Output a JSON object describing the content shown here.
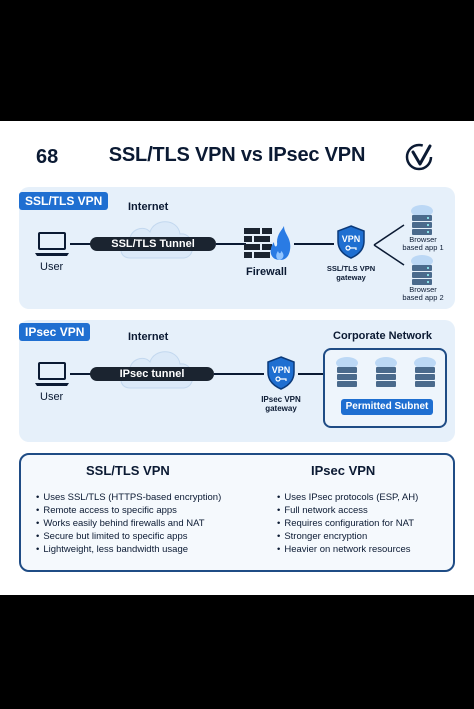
{
  "title": "SSL/TLS VPN vs IPsec VPN",
  "logo_left_text": "68",
  "ssl_panel": {
    "tag": "SSL/TLS VPN",
    "internet_label": "Internet",
    "user_label": "User",
    "tunnel_label": "SSL/TLS Tunnel",
    "firewall_label": "Firewall",
    "shield_text": "VPN",
    "gateway_label_line1": "SSL/TLS VPN",
    "gateway_label_line2": "gateway",
    "app1_line1": "Browser",
    "app1_line2": "based app 1",
    "app2_line1": "Browser",
    "app2_line2": "based app 2"
  },
  "ipsec_panel": {
    "tag": "IPsec VPN",
    "internet_label": "Internet",
    "user_label": "User",
    "tunnel_label": "IPsec tunnel",
    "shield_text": "VPN",
    "gateway_label_line1": "IPsec VPN",
    "gateway_label_line2": "gateway",
    "corporate_label": "Corporate Network",
    "subnet_label": "Permitted Subnet"
  },
  "comparison": {
    "ssl_title": "SSL/TLS VPN",
    "ssl_items": [
      "Uses SSL/TLS (HTTPS-based encryption)",
      "Remote access to specific apps",
      "Works easily behind firewalls and NAT",
      "Secure but limited to specific apps",
      "Lightweight, less bandwidth usage"
    ],
    "ipsec_title": "IPsec VPN",
    "ipsec_items": [
      "Uses IPsec protocols (ESP, AH)",
      "Full network access",
      "Requires configuration for NAT",
      "Stronger encryption",
      "Heavier on network resources"
    ]
  },
  "colors": {
    "accent": "#1f6fd1",
    "dark": "#0b1a33",
    "panel": "#e6f0fa",
    "firewall_flame": "#2a7be4"
  }
}
